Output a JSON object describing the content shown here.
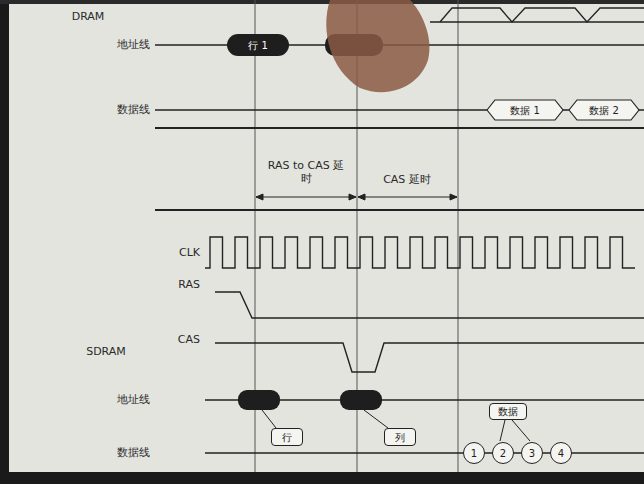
{
  "diagram": {
    "nodes": [
      {
        "text": [
          "行 1"
        ]
      },
      {
        "text": [
          "数据 1"
        ]
      },
      {
        "text": [
          "数据 2"
        ]
      },
      {
        "text": [
          "行"
        ]
      },
      {
        "text": [
          "列"
        ]
      },
      {
        "text": [
          "数据"
        ]
      },
      {
        "text": [
          "1"
        ]
      },
      {
        "text": [
          "2"
        ]
      },
      {
        "text": [
          "3"
        ]
      },
      {
        "text": [
          "4"
        ]
      }
    ],
    "labels": [
      "DRAM",
      "地址线",
      "数据线",
      "RAS to CAS 延时",
      "CAS 延时",
      "CLK",
      "RAS",
      "SDRAM",
      "CAS",
      "地址线",
      "数据线"
    ]
  }
}
